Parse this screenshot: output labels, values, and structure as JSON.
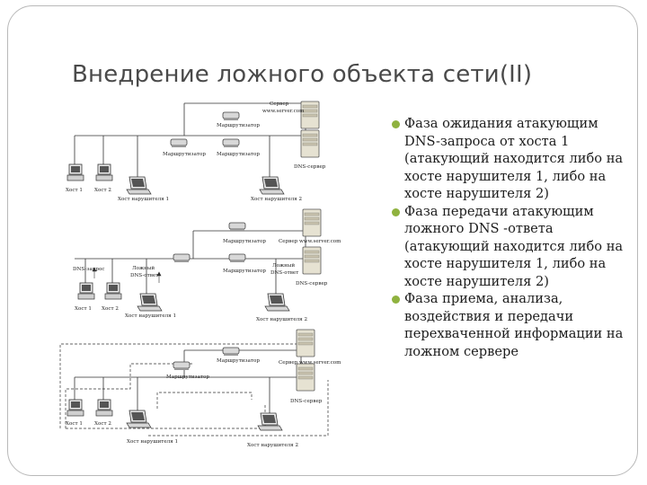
{
  "slide": {
    "title": "Внедрение ложного объекта сети(II)",
    "bullets": [
      "Фаза ожидания атакующим DNS-запроса от хоста 1 (атакующий находится либо на хосте нарушителя 1, либо на хосте нарушителя 2)",
      "Фаза передачи атакующим ложного DNS -ответа (атакующий находится либо на хосте нарушителя 1, либо на хосте нарушителя 2)",
      "Фаза приема, анализа, воздействия и передачи перехваченной информации на ложном сервере"
    ],
    "accent_color": "#8fb23f"
  },
  "diagram": {
    "phase1": {
      "server_label": "Сервер",
      "server_host": "www.server.com",
      "router_a": "Маршрутизатор",
      "router_b": "Маршрутизатор",
      "router_c": "Маршрутизатор",
      "dns_server": "DNS-сервер",
      "host1": "Хост 1",
      "host2": "Хост 2",
      "intruder1": "Хост нарушителя 1",
      "intruder2": "Хост нарушителя 2"
    },
    "phase2": {
      "router_a": "Маршрутизатор",
      "router_b": "Маршрутизатор",
      "server_label": "Сервер www.server.com",
      "dns_request": "DNS-запрос",
      "fake_dns1": "Ложный",
      "fake_dns2": "DNS-ответ",
      "fake_dns3": "Ложный",
      "fake_dns4": "DNS-ответ",
      "dns_server": "DNS-сервер",
      "host1": "Хост 1",
      "host2": "Хост 2",
      "intruder1": "Хост нарушителя 1",
      "intruder2": "Хост нарушителя 2"
    },
    "phase3": {
      "router_a": "Маршрутизатор",
      "router_b": "Маршрутизатор",
      "server_label": "Сервер www.server.com",
      "dns_server": "DNS-сервер",
      "host1": "Хост 1",
      "host2": "Хост 2",
      "intruder1": "Хост нарушителя 1",
      "intruder2": "Хост нарушителя 2"
    }
  }
}
